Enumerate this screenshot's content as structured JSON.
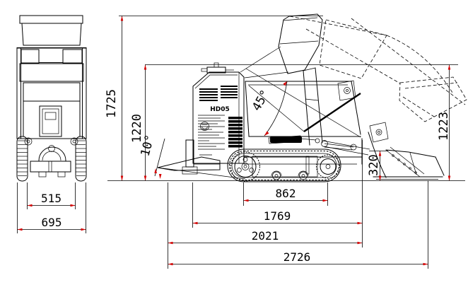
{
  "drawing": {
    "type": "engineering dimensional drawing",
    "subject": "tracked mini dumper, front view and side view",
    "model_label": "HD05"
  },
  "labels": {
    "model": "HD05",
    "width_inner": "515",
    "width_overall": "695",
    "height_overall": "1725",
    "height_body": "1220",
    "height_dump_rear": "1223",
    "height_bucket_lip": "320",
    "angle_dump": "45°",
    "angle_approach": "10°",
    "track_contact_length": "862",
    "length_mid": "1769",
    "length_body": "2021",
    "length_overall": "2726"
  },
  "colors": {
    "line": "#000000",
    "arrow": "#d40000",
    "background": "#ffffff"
  }
}
